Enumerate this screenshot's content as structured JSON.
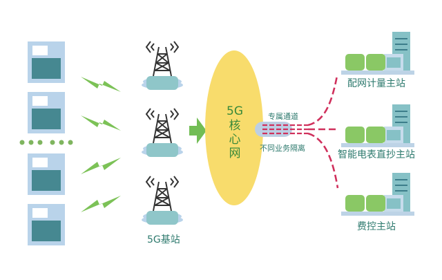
{
  "diagram": {
    "title": "",
    "terminals": {
      "count_shown": 4,
      "ellipsis": "······",
      "icon": "terminal-device-icon"
    },
    "wireless_links": {
      "count": 4,
      "icon": "lightning-bolt-icon"
    },
    "base_stations": {
      "count": 3,
      "label": "5G基站",
      "icon": "cell-tower-icon"
    },
    "core_network": {
      "label_line1": "5G",
      "label_line2": "核",
      "label_line3": "心",
      "label_line4": "网",
      "arrow_icon": "right-arrow-icon"
    },
    "slice": {
      "top_label": "专属通道",
      "bottom_label": "不同业务隔离"
    },
    "stations": [
      {
        "label": "配网计量主站",
        "icon": "master-station-icon"
      },
      {
        "label": "智能电表直抄主站",
        "icon": "master-station-icon"
      },
      {
        "label": "费控主站",
        "icon": "master-station-icon"
      }
    ],
    "colors": {
      "terminal_bg": "#b9d3ea",
      "terminal_screen": "#468891",
      "lightning": "#7cc257",
      "tower_stroke": "#333333",
      "tower_base": "#8fc6c9",
      "core_fill": "#f8dc6c",
      "arrow": "#72bd55",
      "slice_pill": "#bccfe4",
      "dashed_line": "#d0305c",
      "label_text": "#2e7a6e",
      "core_text": "#3a8a3a",
      "building": "#86c1c6",
      "hedge": "#8ac865",
      "station_base": "#bdd3e6"
    }
  }
}
